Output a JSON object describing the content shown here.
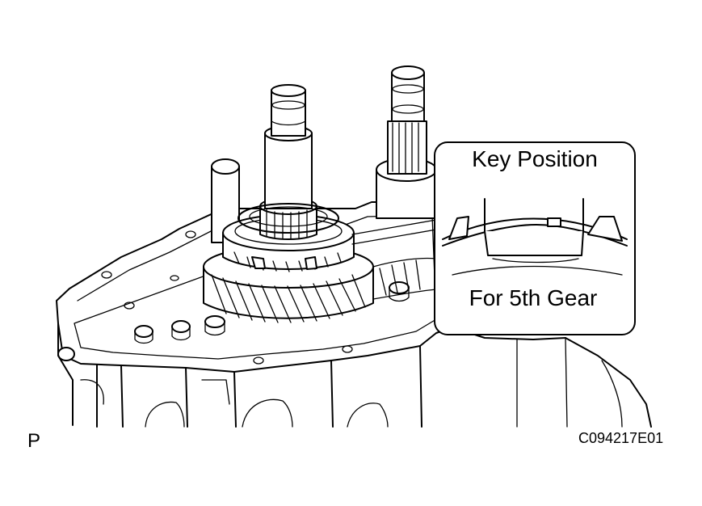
{
  "callout": {
    "title": "Key Position",
    "caption": "For 5th Gear"
  },
  "view_label": "P",
  "figure_code": "C094217E01"
}
